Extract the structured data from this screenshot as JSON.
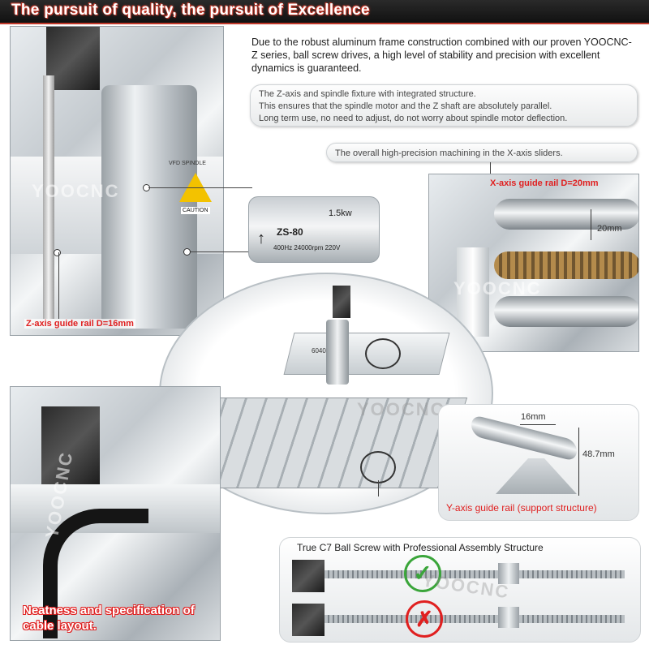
{
  "banner": {
    "title": "The pursuit of quality, the pursuit of Excellence"
  },
  "intro": {
    "text": "Due to the robust aluminum frame construction combined with our proven YOOCNC-Z series, ball screw drives, a high level of stability and precision with excellent dynamics is guaranteed."
  },
  "notes": {
    "z_fixture_line1": "The Z-axis and spindle fixture with integrated structure.",
    "z_fixture_line2": "This ensures that the spindle motor and the Z shaft are absolutely parallel.",
    "z_fixture_line3": "Long term use, no need to adjust, do not worry about spindle motor deflection.",
    "x_sliders": "The overall high-precision machining in the X-axis sliders."
  },
  "labels": {
    "x_rail": "X-axis guide rail D=20mm",
    "x_rail_dim": "20mm",
    "z_rail": "Z-axis guide rail D=16mm",
    "y_rail": "Y-axis guide rail (support structure)",
    "y_dim_width": "16mm",
    "y_dim_height": "48.7mm",
    "ballscrew_title": "True C7 Ball Screw with Professional Assembly Structure",
    "cable": "Neatness and specification of cable layout."
  },
  "spindle": {
    "plate_model": "ZS-80",
    "plate_power": "1.5kw",
    "plate_specs": "400Hz  24000rpm  220V",
    "label_vfd": "VFD SPINDLE",
    "label_caution": "CAUTION"
  },
  "machine": {
    "gantry_text": "6040"
  },
  "watermark": {
    "brand": "YOOCNC"
  },
  "colors": {
    "accent_red": "#e02020",
    "banner_bg": "#1a1a1a",
    "check_green": "#3aa53a"
  }
}
